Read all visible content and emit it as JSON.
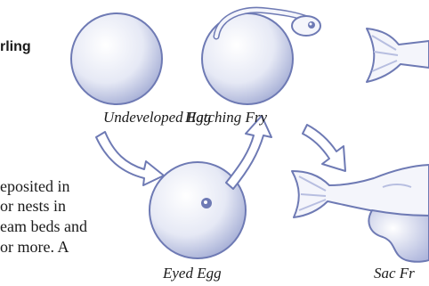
{
  "heading_fragment": "rling",
  "stages": {
    "undeveloped_egg": "Undeveloped Egg",
    "hatching_fry": "Hatching Fry",
    "eyed_egg": "Eyed Egg",
    "sac_fry": "Sac Fr"
  },
  "body_text_lines": [
    "eposited in",
    "or nests in",
    "eam beds and",
    "or more. A"
  ],
  "colors": {
    "outline": "#6e7ab4",
    "egg_light": "#ffffff",
    "egg_mid": "#e3e6f4",
    "egg_shade": "#aab2d8",
    "fish_fill": "#f4f5fb",
    "fish_shade": "#b7bee0"
  }
}
